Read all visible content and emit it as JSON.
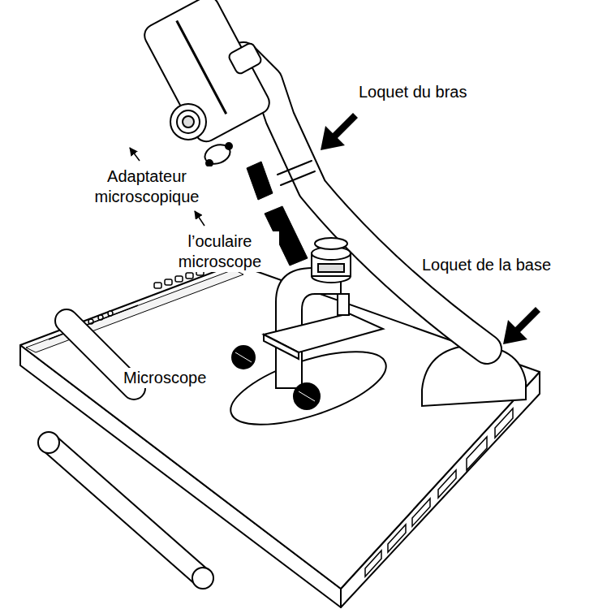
{
  "diagram": {
    "labels": [
      "Loquet du bras",
      "Adaptateur microscopique",
      "l’oculaire microscope",
      "Loquet de la base",
      "Microscope"
    ]
  }
}
